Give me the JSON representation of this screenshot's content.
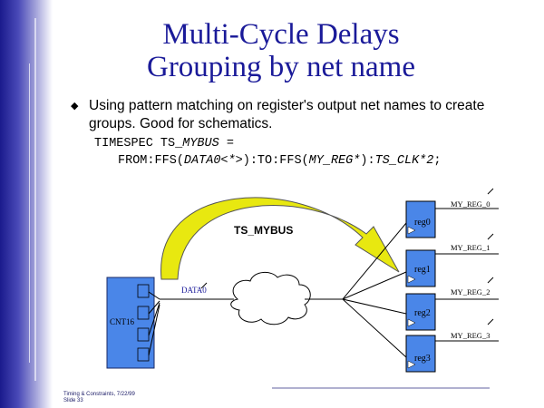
{
  "slide": {
    "title_line1": "Multi-Cycle Delays",
    "title_line2": "Grouping by net name",
    "bullet_line1": "Using pattern matching on register's output net names to create",
    "bullet_line2": "groups.  Good for schematics.",
    "code_line1_a": "TIMESPEC TS_",
    "code_line1_b": "MYBUS",
    "code_line1_c": " =",
    "code_line2_a": "FROM:FFS(",
    "code_line2_b": "DATA0<*>",
    "code_line2_c": "):TO:FFS(",
    "code_line2_d": "MY_REG*",
    "code_line2_e": "):",
    "code_line2_f": "TS_CLK*2",
    "code_line2_g": ";",
    "footer_line1": "Timing & Constraints, 7/22/99",
    "footer_line2": "Slide 33"
  },
  "diagram": {
    "arrow_label": "TS_MYBUS",
    "counter_label": "CNT16",
    "net_label": "DATA0",
    "registers": [
      "reg0",
      "reg1",
      "reg2",
      "reg3"
    ],
    "outputs": [
      "MY_REG_0",
      "MY_REG_1",
      "MY_REG_2",
      "MY_REG_3"
    ]
  },
  "colors": {
    "title": "#1a1a99",
    "counter_fill": "#4a86e8",
    "register_fill": "#4a86e8",
    "arrow_fill": "#e8e810",
    "sidebar": "#1a1a8c"
  }
}
